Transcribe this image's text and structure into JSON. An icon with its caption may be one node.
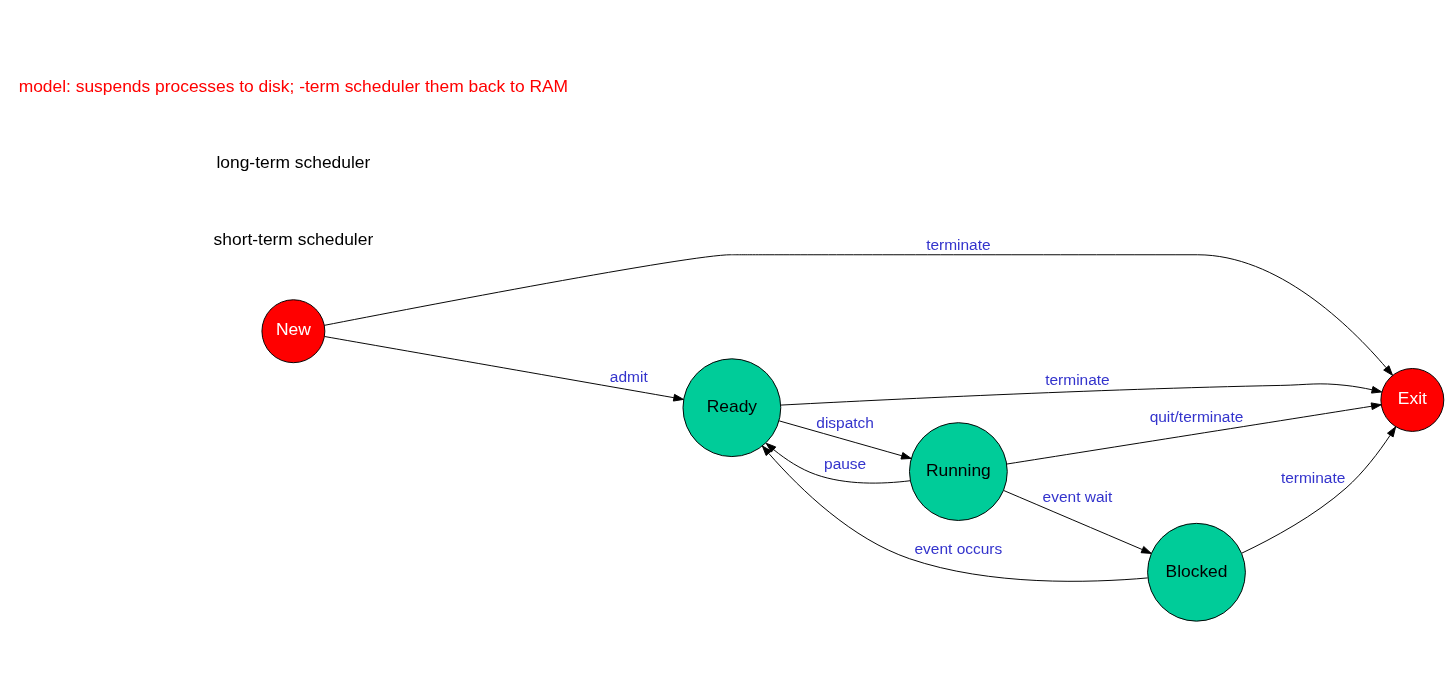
{
  "diagram": {
    "nodes": [
      {
        "text": [
          "New"
        ]
      },
      {
        "text": [
          "Ready"
        ]
      },
      {
        "text": [
          "Running"
        ]
      },
      {
        "text": [
          "Exit"
        ]
      },
      {
        "text": [
          "Blocked"
        ]
      }
    ],
    "edges": [
      {
        "from": 0,
        "to": 3,
        "arrow": "to",
        "label": "terminate"
      },
      {
        "from": 1,
        "to": 3,
        "arrow": "to",
        "label": "terminate"
      },
      {
        "from": 1,
        "to": 2,
        "arrow": "to",
        "label": "dispatch"
      },
      {
        "from": 0,
        "to": 1,
        "arrow": "to",
        "label": "admit"
      },
      {
        "from": 2,
        "to": 3,
        "arrow": "to",
        "label": "quit/terminate"
      },
      {
        "from": 2,
        "to": 1,
        "arrow": "to",
        "label": "pause"
      },
      {
        "from": 2,
        "to": 4,
        "arrow": "to",
        "label": "event wait"
      },
      {
        "from": 4,
        "to": 1,
        "arrow": "to",
        "label": "event occurs"
      },
      {
        "from": 4,
        "to": 3,
        "arrow": "to",
        "label": "terminate"
      }
    ],
    "labels": [
      "short-term scheduler",
      "long-term scheduler",
      "model: suspends processes to disk; -term scheduler them back to RAM"
    ]
  }
}
